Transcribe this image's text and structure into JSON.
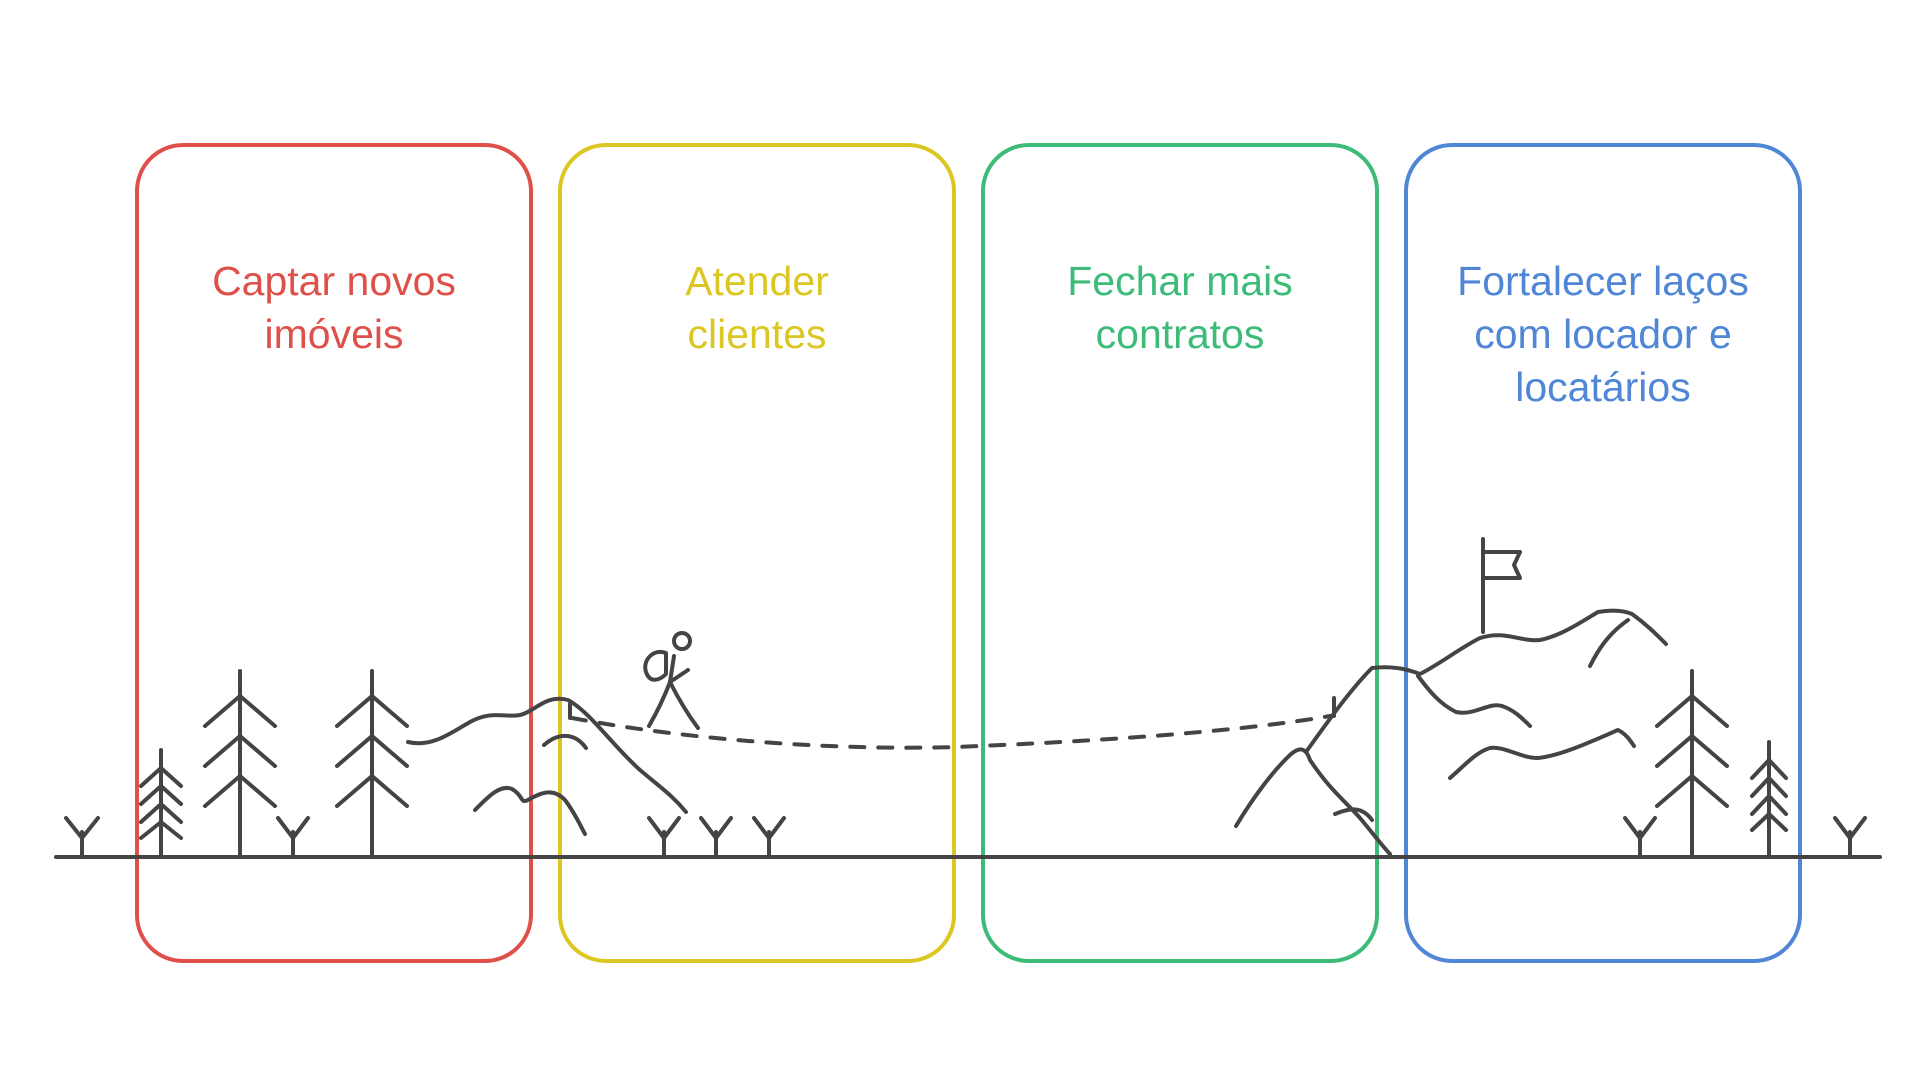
{
  "diagram": {
    "stages": [
      {
        "title_lines": [
          "Captar novos",
          "imóveis"
        ],
        "color": "#e0504a"
      },
      {
        "title_lines": [
          "Atender",
          "clientes"
        ],
        "color": "#dcc722"
      },
      {
        "title_lines": [
          "Fechar mais",
          "contratos"
        ],
        "color": "#3cbc78"
      },
      {
        "title_lines": [
          "Fortalecer laços",
          "com locador e",
          "locatários"
        ],
        "color": "#4f86d6"
      }
    ],
    "line_color": "#444444",
    "icons": [
      "tree-icon",
      "mountain-icon",
      "hiker-icon",
      "flag-icon",
      "grass-icon",
      "dashed-trail"
    ]
  }
}
